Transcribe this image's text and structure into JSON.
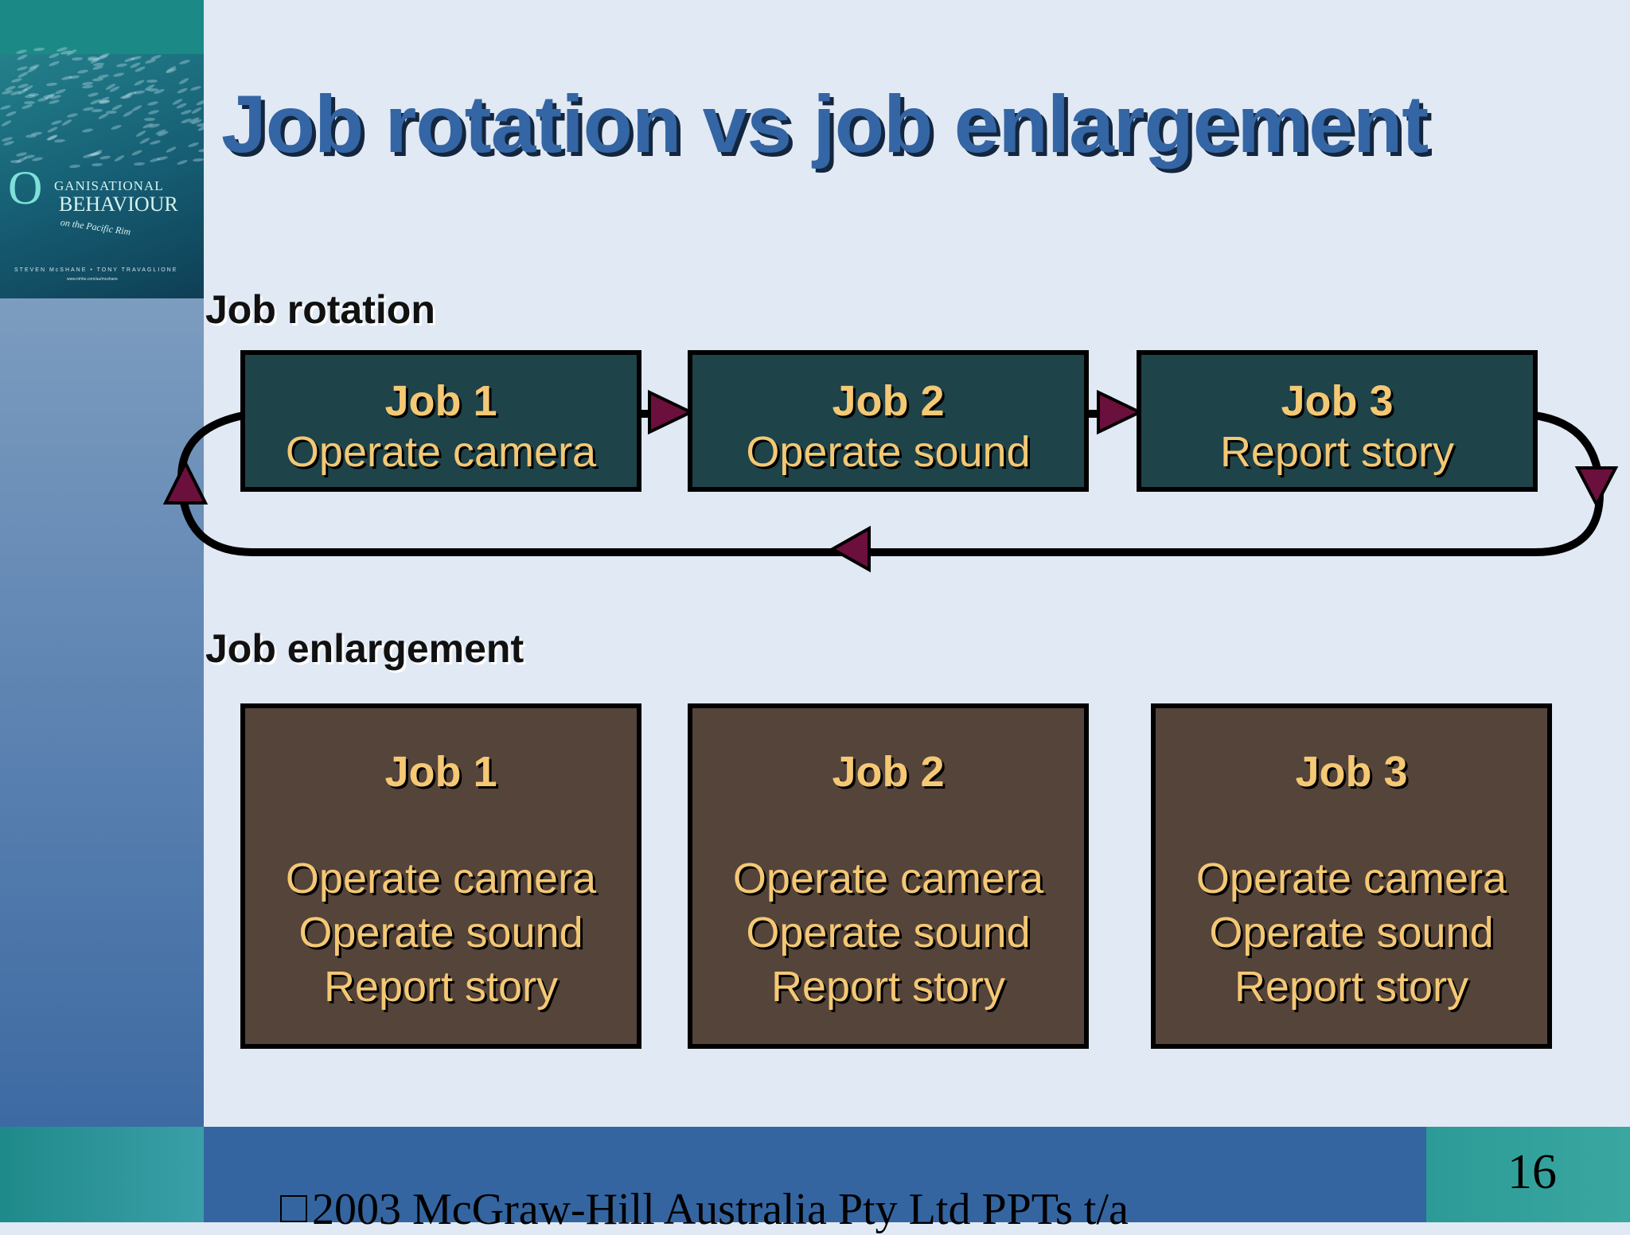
{
  "slide": {
    "title": "Job rotation vs job enlargement",
    "page_number": "16",
    "copyright": "2003 McGraw-Hill Australia Pty Ltd PPTs t/a"
  },
  "cover": {
    "initial": "O",
    "line1": "GANISATIONAL",
    "line2": "BEHAVIOUR",
    "line3": "on the Pacific Rim",
    "authors": "STEVEN McSHANE • TONY TRAVAGLIONE",
    "url": "www.mhhe.com/au/mcshane"
  },
  "rotation": {
    "heading": "Job rotation",
    "jobs": [
      {
        "title": "Job 1",
        "task": "Operate camera"
      },
      {
        "title": "Job 2",
        "task": "Operate sound"
      },
      {
        "title": "Job 3",
        "task": "Report story"
      }
    ]
  },
  "enlargement": {
    "heading": "Job enlargement",
    "jobs": [
      {
        "title": "Job 1",
        "tasks": [
          "Operate camera",
          "Operate sound",
          "Report story"
        ]
      },
      {
        "title": "Job 2",
        "tasks": [
          "Operate camera",
          "Operate sound",
          "Report story"
        ]
      },
      {
        "title": "Job 3",
        "tasks": [
          "Operate camera",
          "Operate sound",
          "Report story"
        ]
      }
    ]
  },
  "colors": {
    "title": "#3465a4",
    "rotation_box": "#1e4349",
    "enlargement_box": "#54443a",
    "box_text": "#f4c874",
    "arrow": "#6b0f3c"
  }
}
